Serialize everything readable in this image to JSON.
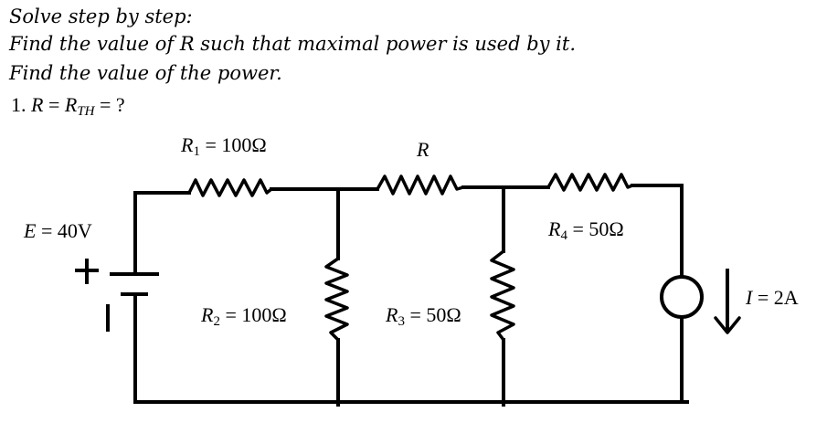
{
  "question": {
    "line1": "Solve step by step:",
    "line2": "Find the value of R such that maximal power is used by it.",
    "line3": "Find the value of the power.",
    "step1_prefix": "1. ",
    "step1_R": "R",
    "step1_eq": " = ",
    "step1_RTH": "R",
    "step1_TH": "TH",
    "step1_tail": " = ?"
  },
  "circuit": {
    "source_E": {
      "sym": "E",
      "value": " = 40V",
      "plus": "+"
    },
    "R1": {
      "sym": "R",
      "sub": "1",
      "value": " = 100Ω"
    },
    "R": {
      "sym": "R"
    },
    "R2": {
      "sym": "R",
      "sub": "2",
      "value": " = 100Ω"
    },
    "R3": {
      "sym": "R",
      "sub": "3",
      "value": " = 50Ω"
    },
    "R4": {
      "sym": "R",
      "sub": "4",
      "value": " = 50Ω"
    },
    "current_source": {
      "sym": "I",
      "value": " = 2A"
    }
  }
}
